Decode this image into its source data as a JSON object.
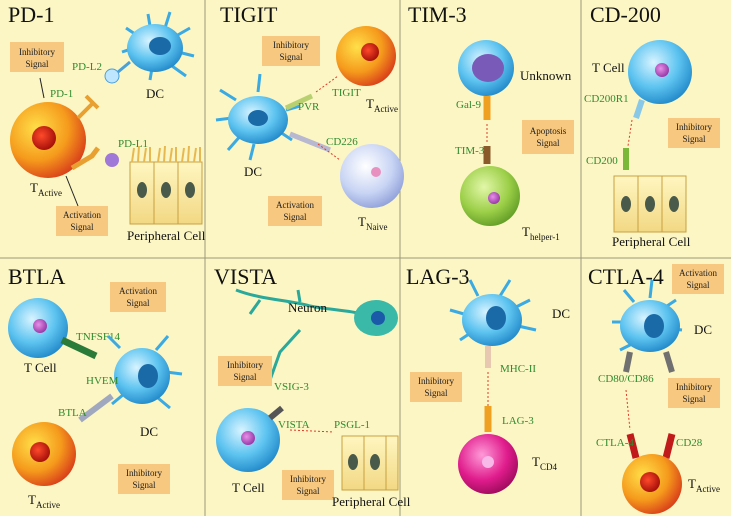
{
  "colors": {
    "background": "#fcf6c4",
    "signal_box": "#f7c880",
    "receptor_text": "#2e8b2e",
    "arrow_red": "#e03a2a",
    "divider": "#9a9a7a"
  },
  "panels": [
    {
      "title": "PD-1",
      "receptors": [
        "PD-L2",
        "PD-1",
        "PD-L1"
      ],
      "cells": [
        "DC",
        "T",
        "Active",
        "Peripheral Cell"
      ],
      "signals": [
        "Inhibitory Signal",
        "Activation Signal"
      ]
    },
    {
      "title": "TIGIT",
      "receptors": [
        "TIGIT",
        "PVR",
        "CD226"
      ],
      "cells": [
        "T",
        "Active",
        "DC",
        "T",
        "Naive"
      ],
      "signals": [
        "Inhibitory Signal",
        "Activation Signal"
      ]
    },
    {
      "title": "TIM-3",
      "receptors": [
        "Gal-9",
        "TIM-3"
      ],
      "cells": [
        "Unknown",
        "T",
        "helper-1"
      ],
      "signals": [
        "Apoptosis Signal"
      ]
    },
    {
      "title": "CD-200",
      "receptors": [
        "CD200R1",
        "CD200"
      ],
      "cells": [
        "T Cell",
        "Peripheral Cell"
      ],
      "signals": [
        "Inhibitory Signal"
      ]
    },
    {
      "title": "BTLA",
      "receptors": [
        "TNFSF14",
        "HVEM",
        "BTLA"
      ],
      "cells": [
        "T Cell",
        "DC",
        "T",
        "Active"
      ],
      "signals": [
        "Activation Signal",
        "Inhibitory Signal"
      ]
    },
    {
      "title": "VISTA",
      "receptors": [
        "VSIG-3",
        "VISTA",
        "PSGL-1"
      ],
      "cells": [
        "Neuron",
        "T Cell",
        "Peripheral Cell"
      ],
      "signals": [
        "Inhibitory Signal",
        "Inhibitory Signal"
      ]
    },
    {
      "title": "LAG-3",
      "receptors": [
        "MHC-II",
        "LAG-3"
      ],
      "cells": [
        "DC",
        "T",
        "CD4"
      ],
      "signals": [
        "Inhibitory Signal"
      ]
    },
    {
      "title": "CTLA-4",
      "receptors": [
        "CD80/CD86",
        "CTLA-4",
        "CD28"
      ],
      "cells": [
        "DC",
        "T",
        "Active"
      ],
      "signals": [
        "Activation Signal",
        "Inhibitory Signal"
      ]
    }
  ]
}
